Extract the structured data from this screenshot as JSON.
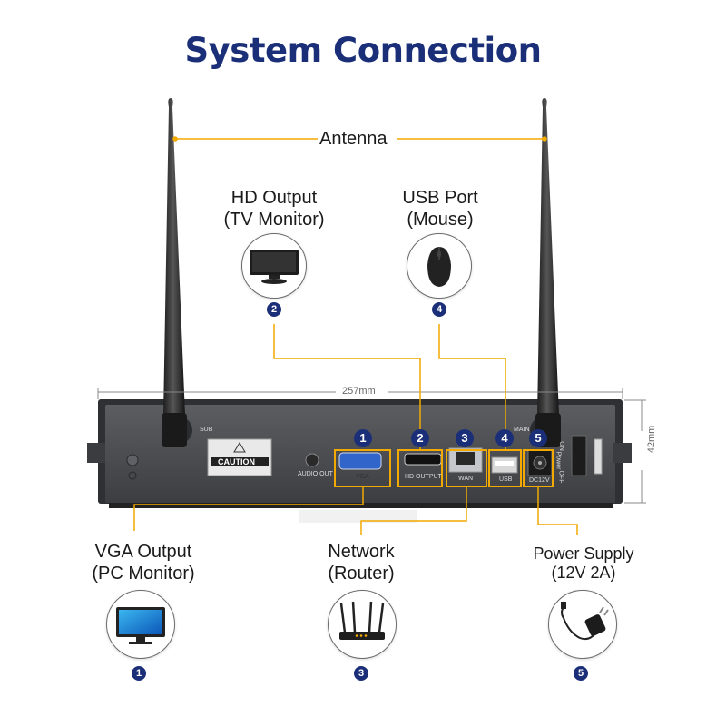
{
  "title": "System Connection",
  "antenna_label": "Antenna",
  "width_dimension": "257mm",
  "height_dimension": "42mm",
  "devices": [
    {
      "number": "1",
      "line1": "VGA Output",
      "line2": "(PC Monitor)",
      "icon": "pc-monitor-icon"
    },
    {
      "number": "2",
      "line1": "HD Output",
      "line2": "(TV Monitor)",
      "icon": "tv-monitor-icon"
    },
    {
      "number": "3",
      "line1": "Network",
      "line2": "(Router)",
      "icon": "router-icon"
    },
    {
      "number": "4",
      "line1": "USB Port",
      "line2": "(Mouse)",
      "icon": "mouse-icon"
    },
    {
      "number": "5",
      "line1": "Power Supply",
      "line2": "(12V 2A)",
      "icon": "power-adapter-icon"
    }
  ],
  "panel": {
    "caution": "CAUTION",
    "sub": "SUB",
    "main": "MAIN",
    "audio_out": "AUDIO OUT",
    "vga": "VGA",
    "hd_output": "HD OUTPUT",
    "wan": "WAN",
    "usb": "USB",
    "dc12v": "DC12V",
    "switch_on": "ON",
    "switch_power": "Power",
    "switch_off": "OFF"
  },
  "colors": {
    "title": "#1b2f78",
    "leader_line": "#f2a900",
    "badge": "#1b2f78",
    "panel": "#45474b"
  }
}
